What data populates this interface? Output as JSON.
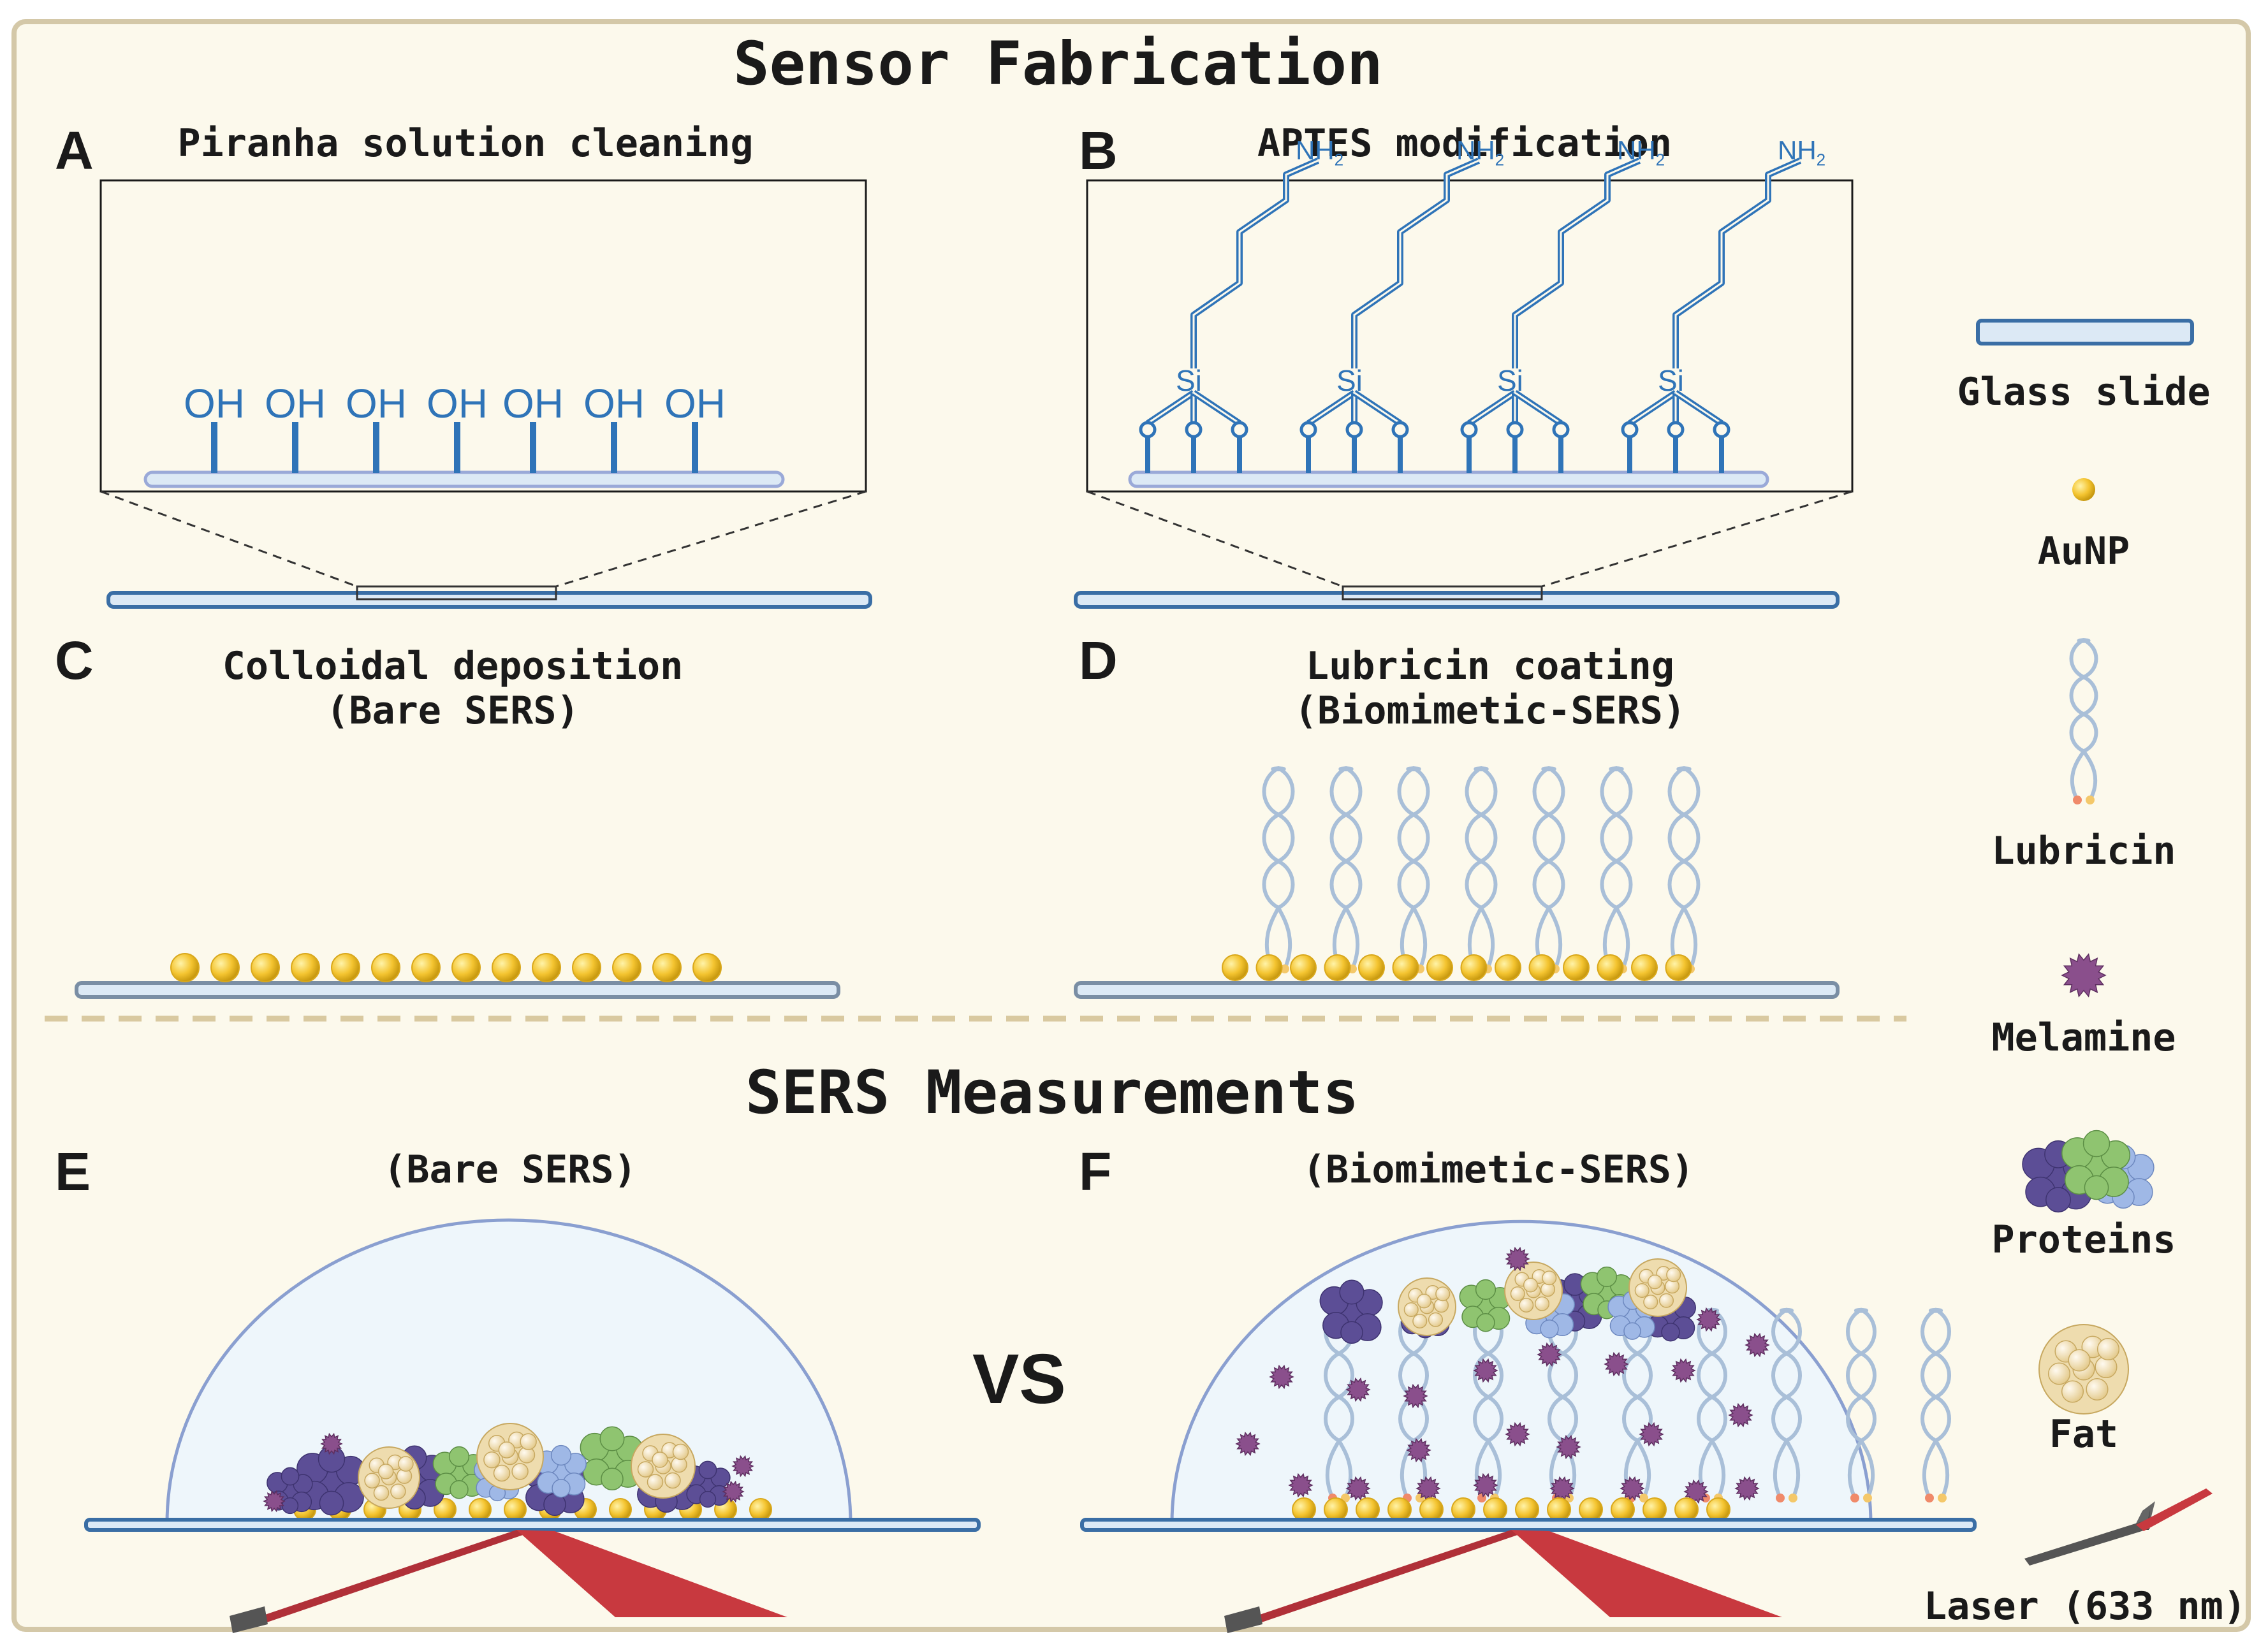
{
  "sections": {
    "fabrication_title": "Sensor Fabrication",
    "measurement_title": "SERS Measurements"
  },
  "panels": {
    "A": {
      "letter": "A",
      "title": "Piranha solution cleaning"
    },
    "B": {
      "letter": "B",
      "title": "APTES modification"
    },
    "C": {
      "letter": "C",
      "title_line1": "Colloidal deposition",
      "title_line2": "(Bare SERS)"
    },
    "D": {
      "letter": "D",
      "title_line1": "Lubricin coating",
      "title_line2": "(Biomimetic-SERS)"
    },
    "E": {
      "letter": "E",
      "title": "(Bare SERS)"
    },
    "F": {
      "letter": "F",
      "title": "(Biomimetic-SERS)"
    }
  },
  "chem": {
    "hydroxyl": "OH",
    "amine": "NH",
    "amine_sub": "2",
    "silicon": "Si"
  },
  "vs": "VS",
  "legend": {
    "glass": "Glass slide",
    "aunp": "AuNP",
    "lubricin": "Lubricin",
    "melamine": "Melamine",
    "proteins": "Proteins",
    "fat": "Fat",
    "laser": "Laser (633 nm)"
  },
  "colors": {
    "background": "#fcf9ec",
    "frame": "#d4c8a8",
    "chem_blue": "#2f74b8",
    "glass_fill": "#dce9f5",
    "glass_edge": "#3a6ea5",
    "gold": "#f4c430",
    "lubricin": "#a9bfd8",
    "melamine": "#8a4f8c",
    "protein_purple": "#5c4e96",
    "protein_green": "#8fc470",
    "protein_blue": "#9fb8e6",
    "fat": "#f3e1b0",
    "laser": "#c8393f",
    "droplet": "#eef6fb"
  },
  "icons": [
    "glass-slide-icon",
    "aunp-icon",
    "lubricin-icon",
    "melamine-icon",
    "protein-icon",
    "fat-icon",
    "laser-icon"
  ]
}
